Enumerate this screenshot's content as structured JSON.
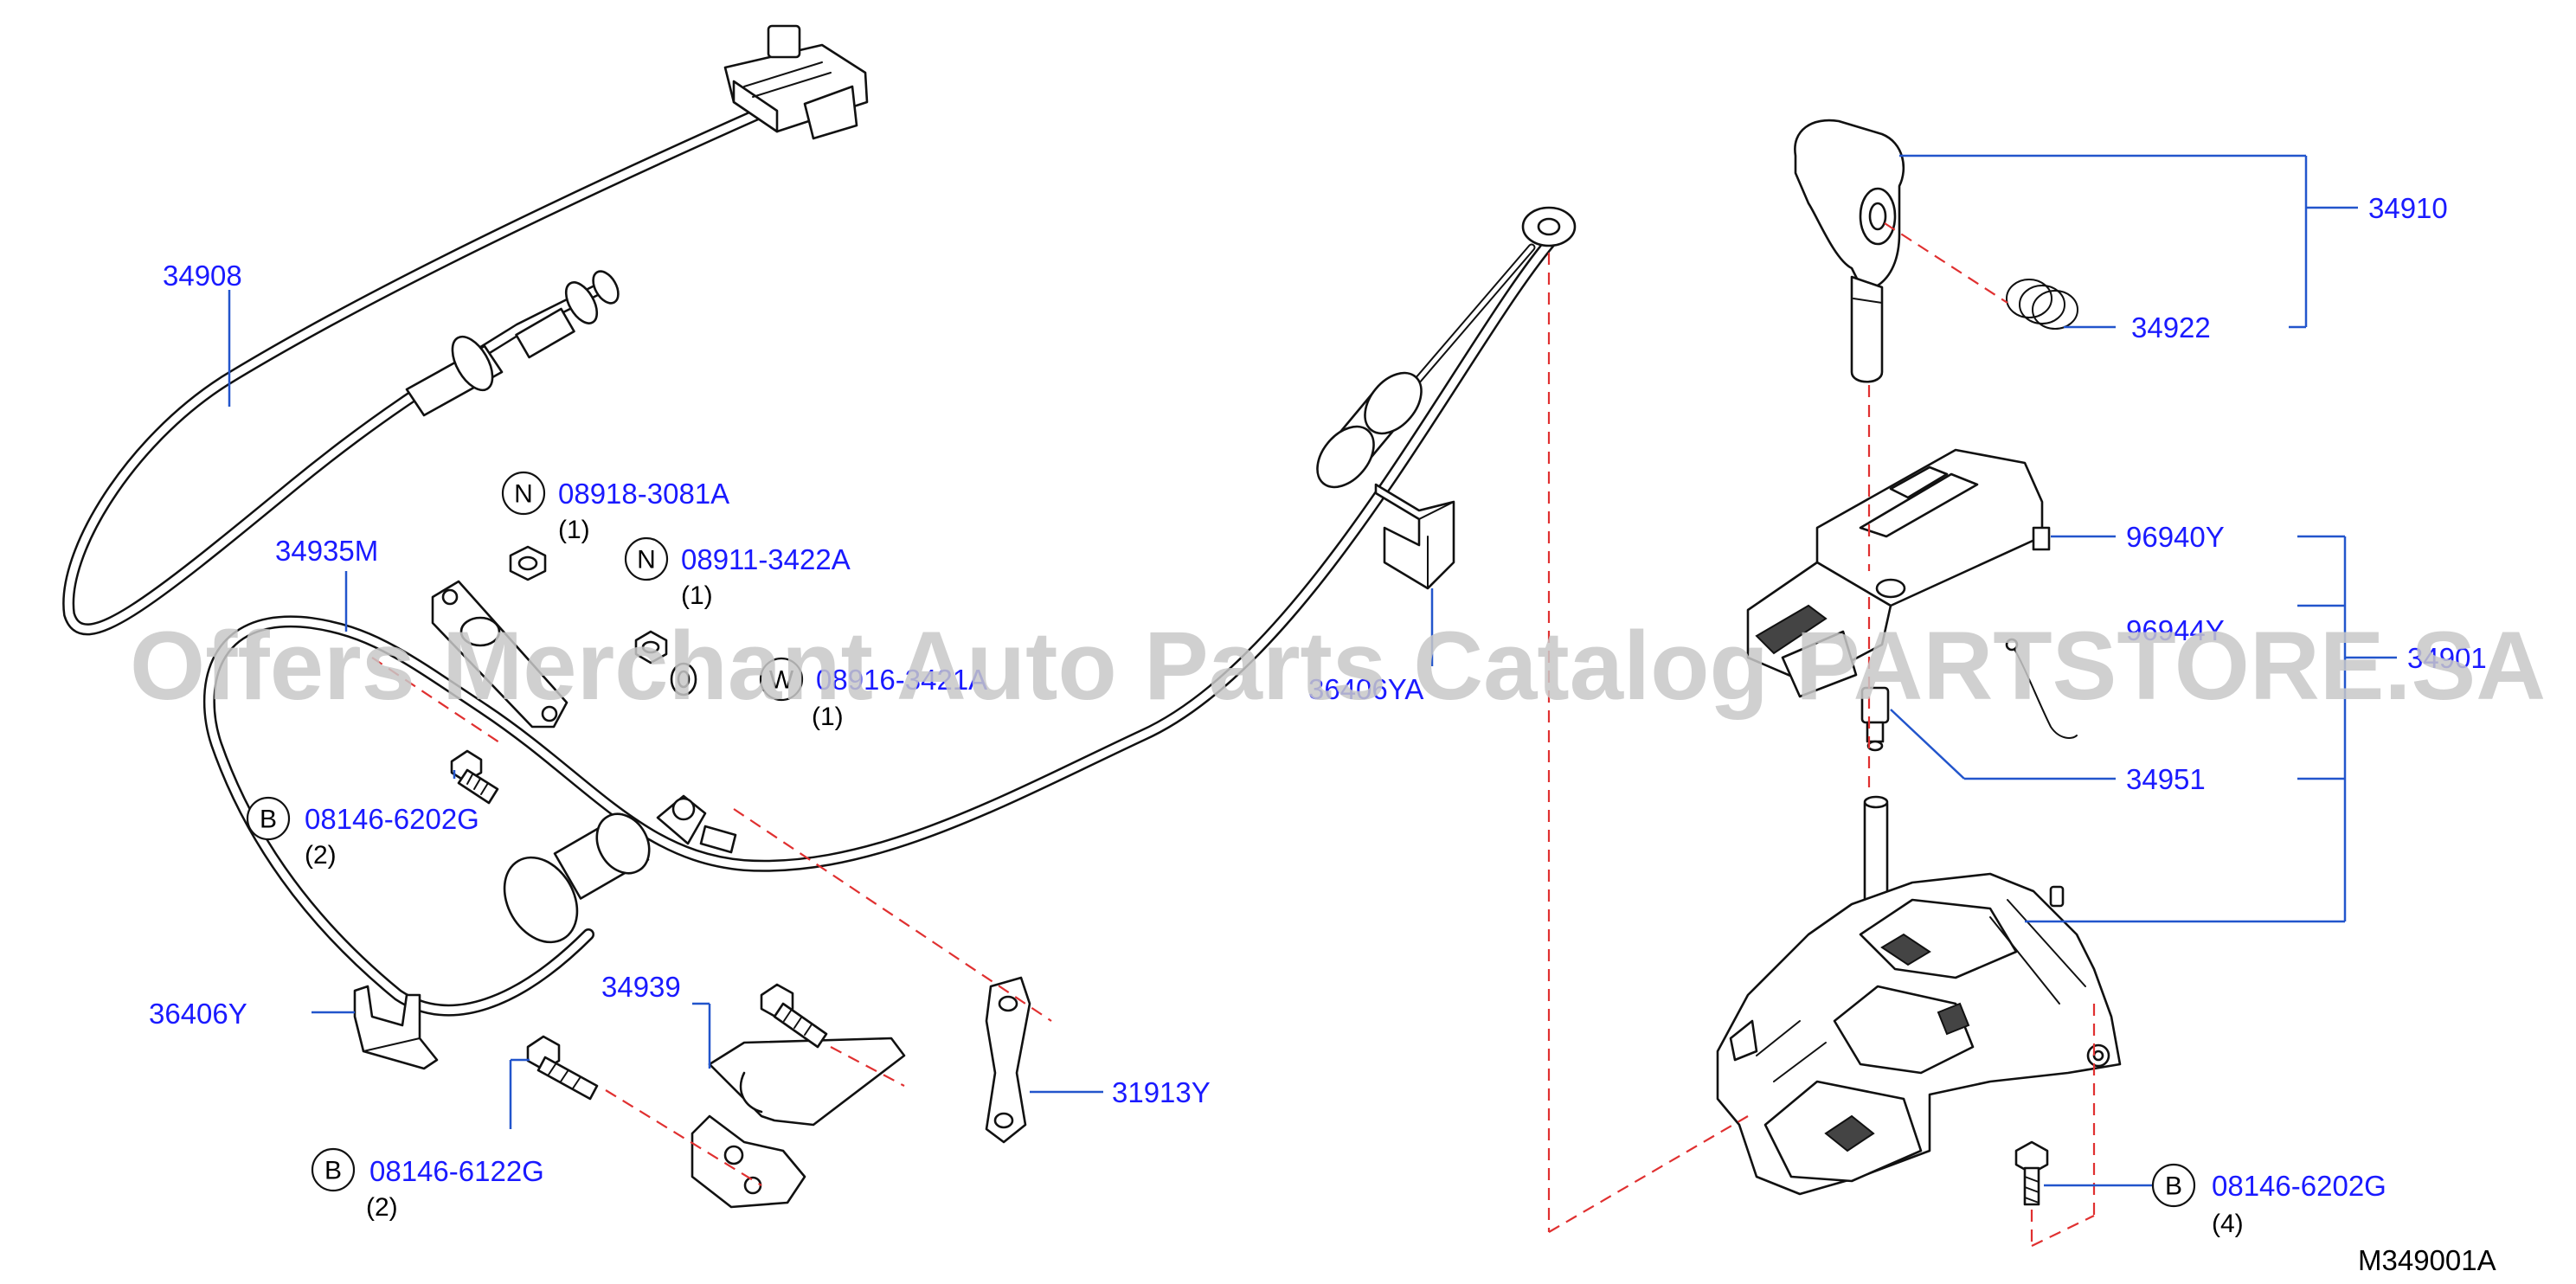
{
  "callouts": {
    "p34908": "34908",
    "p34935m": "34935M",
    "p08918": "08918-3081A",
    "p08918_qty": "(1)",
    "p08911": "08911-3422A",
    "p08911_qty": "(1)",
    "p08916": "08916-3421A",
    "p08916_qty": "(1)",
    "p08146_6202g_left": "08146-6202G",
    "p08146_6202g_left_qty": "(2)",
    "p36406y_right": "36406YA",
    "p36406y_left": "36406Y",
    "p34939": "34939",
    "p31913y": "31913Y",
    "p08146_6122g": "08146-6122G",
    "p08146_6122g_qty": "(2)",
    "p34910": "34910",
    "p34922": "34922",
    "p96940y": "96940Y",
    "p96944y": "96944Y",
    "p34901": "34901",
    "p34951": "34951",
    "p08146_6202g_right": "08146-6202G",
    "p08146_6202g_right_qty": "(4)"
  },
  "badges": {
    "b08918": "N",
    "b08911": "N",
    "b08916": "W",
    "b08146_left": "B",
    "b08146_6122g": "B",
    "b08146_right": "B"
  },
  "reference": "M349001A",
  "watermark": "Offers Merchant Auto Parts Catalog PARTSTORE.SA",
  "colors": {
    "part_number": "#1a1aff",
    "leader": "#2255cc",
    "dashed_centerline": "#e03030",
    "watermark": "#c8c8c8"
  }
}
